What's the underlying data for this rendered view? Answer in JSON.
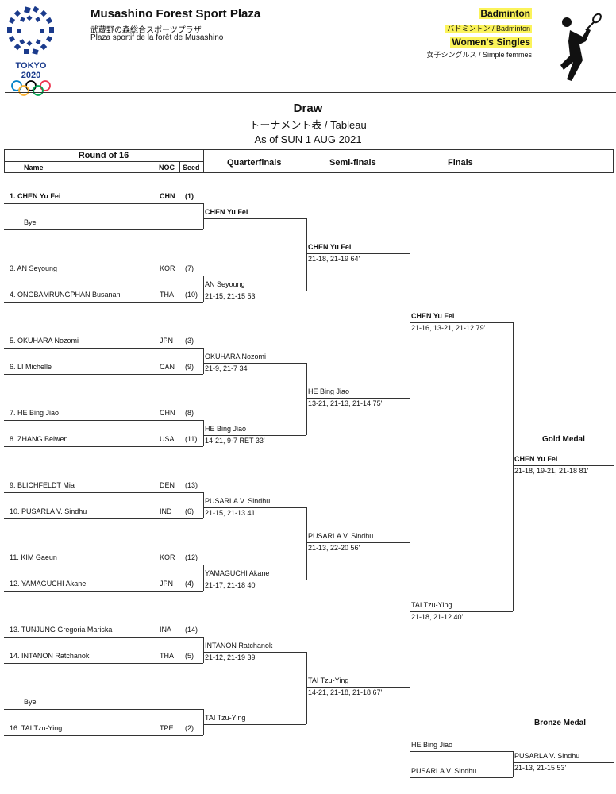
{
  "header": {
    "logo_text": "TOKYO 2020",
    "venue_en": "Musashino Forest Sport Plaza",
    "venue_ja": "武蔵野の森総合スポーツプラザ",
    "venue_fr": "Plaza sportif de la forêt de Musashino",
    "sport_en": "Badminton",
    "sport_ja_fr": "バドミントン / Badminton",
    "event_en": "Women's Singles",
    "event_ja_fr": "女子シングルス / Simple femmes"
  },
  "doc": {
    "title": "Draw",
    "subtitle": "トーナメント表 / Tableau",
    "date": "As of SUN 1 AUG 2021"
  },
  "columns": {
    "round16": "Round of 16",
    "name": "Name",
    "noc": "NOC",
    "seed": "Seed",
    "qf": "Quarterfinals",
    "sf": "Semi-finals",
    "final": "Finals"
  },
  "r16": [
    {
      "name": "1.  CHEN Yu Fei",
      "noc": "CHN",
      "seed": "(1)",
      "bold": true
    },
    {
      "name": "Bye",
      "noc": "",
      "seed": ""
    },
    {
      "name": "3.  AN Seyoung",
      "noc": "KOR",
      "seed": "(7)"
    },
    {
      "name": "4.  ONGBAMRUNGPHAN Busanan",
      "noc": "THA",
      "seed": "(10)"
    },
    {
      "name": "5.  OKUHARA Nozomi",
      "noc": "JPN",
      "seed": "(3)"
    },
    {
      "name": "6.  LI Michelle",
      "noc": "CAN",
      "seed": "(9)"
    },
    {
      "name": "7.  HE Bing Jiao",
      "noc": "CHN",
      "seed": "(8)"
    },
    {
      "name": "8.  ZHANG Beiwen",
      "noc": "USA",
      "seed": "(11)"
    },
    {
      "name": "9.  BLICHFELDT Mia",
      "noc": "DEN",
      "seed": "(13)"
    },
    {
      "name": "10. PUSARLA V. Sindhu",
      "noc": "IND",
      "seed": "(6)"
    },
    {
      "name": "11. KIM Gaeun",
      "noc": "KOR",
      "seed": "(12)"
    },
    {
      "name": "12. YAMAGUCHI Akane",
      "noc": "JPN",
      "seed": "(4)"
    },
    {
      "name": "13. TUNJUNG Gregoria Mariska",
      "noc": "INA",
      "seed": "(14)"
    },
    {
      "name": "14. INTANON Ratchanok",
      "noc": "THA",
      "seed": "(5)"
    },
    {
      "name": "Bye",
      "noc": "",
      "seed": ""
    },
    {
      "name": "16. TAI Tzu-Ying",
      "noc": "TPE",
      "seed": "(2)"
    }
  ],
  "qf": [
    {
      "name": "CHEN Yu Fei",
      "score": "",
      "bold": true
    },
    {
      "name": "AN Seyoung",
      "score": "21-15, 21-15  53'"
    },
    {
      "name": "OKUHARA Nozomi",
      "score": "21-9, 21-7  34'"
    },
    {
      "name": "HE Bing Jiao",
      "score": "14-21, 9-7 RET  33'"
    },
    {
      "name": "PUSARLA V. Sindhu",
      "score": "21-15, 21-13  41'"
    },
    {
      "name": "YAMAGUCHI Akane",
      "score": "21-17, 21-18  40'"
    },
    {
      "name": "INTANON Ratchanok",
      "score": "21-12, 21-19  39'"
    },
    {
      "name": "TAI Tzu-Ying",
      "score": ""
    }
  ],
  "sf": [
    {
      "name": "CHEN Yu Fei",
      "score": "21-18, 21-19  64'",
      "bold": true
    },
    {
      "name": "HE Bing Jiao",
      "score": "13-21, 21-13, 21-14  75'"
    },
    {
      "name": "PUSARLA V. Sindhu",
      "score": "21-13, 22-20  56'"
    },
    {
      "name": "TAI Tzu-Ying",
      "score": "14-21, 21-18, 21-18  67'"
    }
  ],
  "final": [
    {
      "name": "CHEN Yu Fei",
      "score": "21-16, 13-21, 21-12  79'",
      "bold": true
    },
    {
      "name": "TAI Tzu-Ying",
      "score": "21-18, 21-12  40'"
    }
  ],
  "gold": {
    "label": "Gold Medal",
    "name": "CHEN Yu Fei",
    "score": "21-18, 19-21, 21-18  81'"
  },
  "bronze": {
    "label": "Bronze Medal",
    "p1": "HE Bing Jiao",
    "p2": "PUSARLA V. Sindhu",
    "winner": "PUSARLA V. Sindhu",
    "score": "21-13, 21-15  53'"
  }
}
